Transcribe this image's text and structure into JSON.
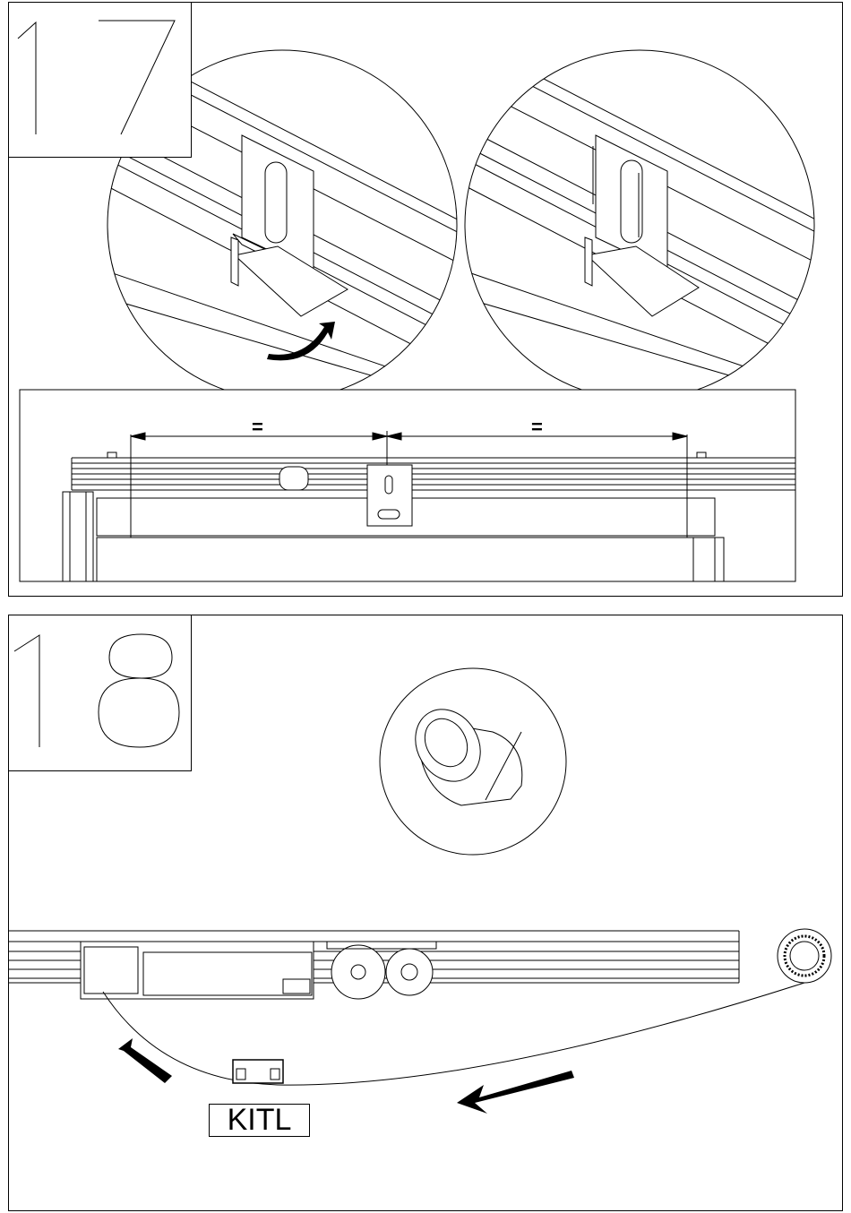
{
  "steps": [
    {
      "number": "17",
      "dimension_marks": [
        "=",
        "="
      ]
    },
    {
      "number": "18",
      "kit_label": "KITL"
    }
  ],
  "icons": [
    "rotate-arrow-icon",
    "direction-arrow-icon"
  ]
}
